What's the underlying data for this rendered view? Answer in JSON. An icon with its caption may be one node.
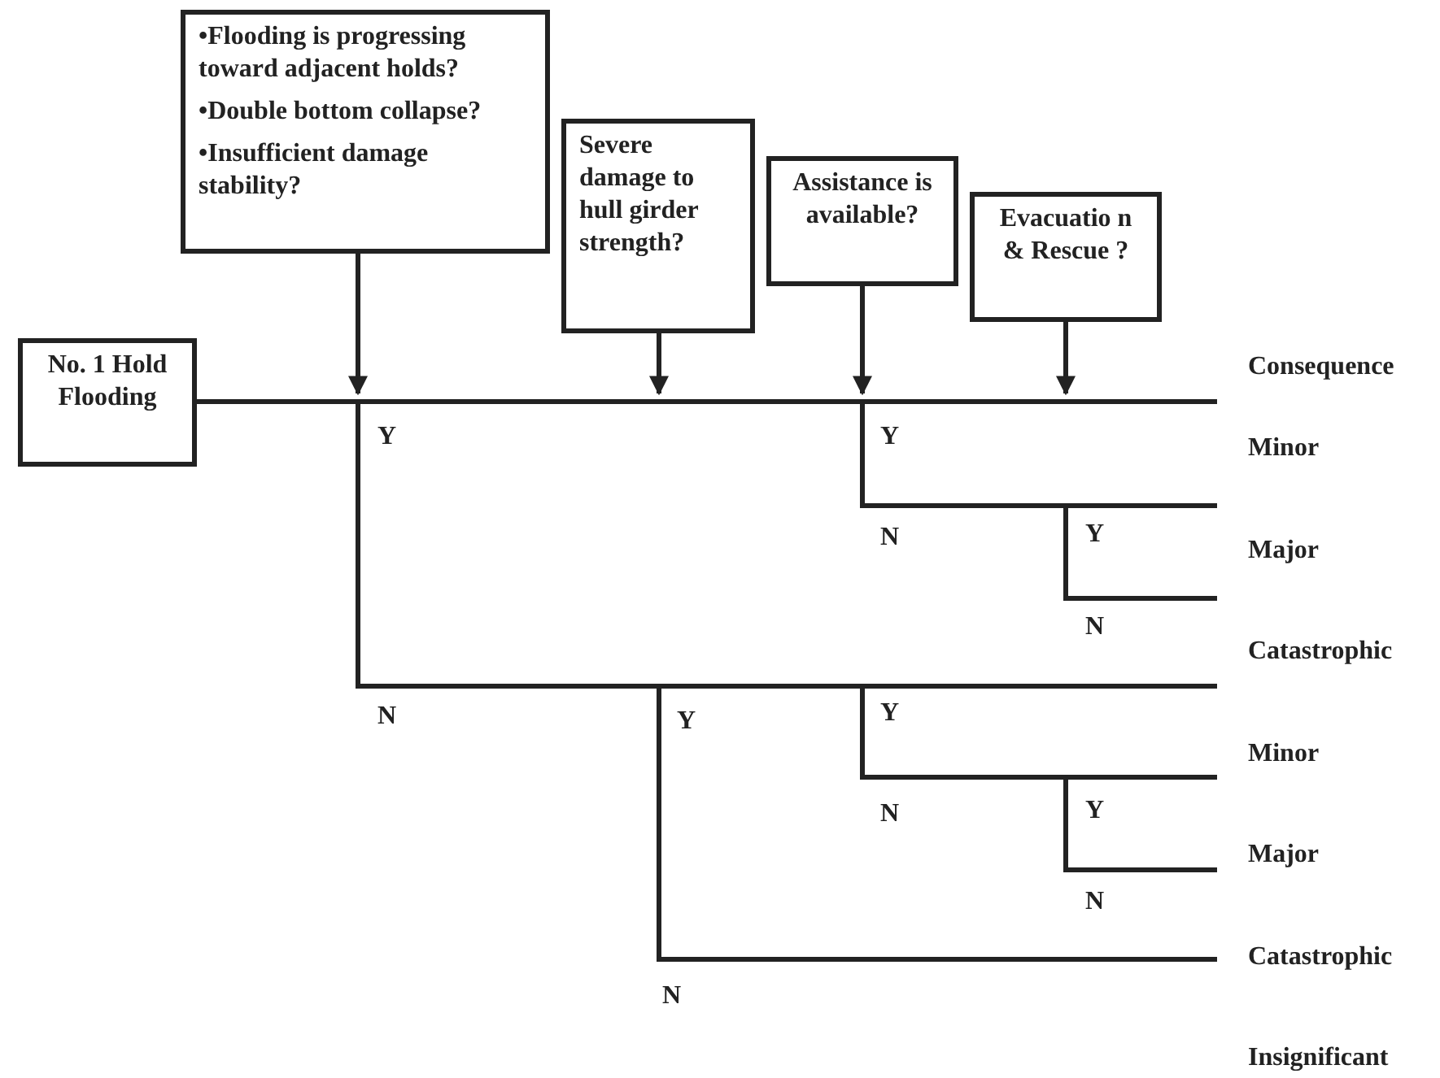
{
  "diagram": {
    "nodes": [
      {
        "text": [
          "No. 1 Hold Flooding"
        ]
      },
      {
        "text": [
          "•Flooding is progressing toward adjacent holds?",
          "•Double bottom collapse?",
          "•Insufficient damage stability?"
        ]
      },
      {
        "text": [
          "Severe damage to hull girder strength?"
        ]
      },
      {
        "text": [
          "Assistance is available?"
        ]
      },
      {
        "text": [
          "Evacuatio n & Rescue ?"
        ]
      }
    ],
    "edges": [
      {
        "from": 0,
        "to": null,
        "arrow": "none"
      },
      {
        "from": 1,
        "to": null,
        "arrow": "to"
      },
      {
        "from": 2,
        "to": null,
        "arrow": "to"
      },
      {
        "from": 3,
        "to": null,
        "arrow": "to"
      },
      {
        "from": 4,
        "to": null,
        "arrow": "to"
      }
    ],
    "labels": [
      "Consequence",
      "Y",
      "Y",
      "Minor",
      "N",
      "Y",
      "Major",
      "N",
      "Catastrophic",
      "N",
      "Y",
      "Y",
      "Minor",
      "N",
      "Y",
      "Major",
      "N",
      "Catastrophic",
      "N",
      "Insignificant"
    ]
  }
}
